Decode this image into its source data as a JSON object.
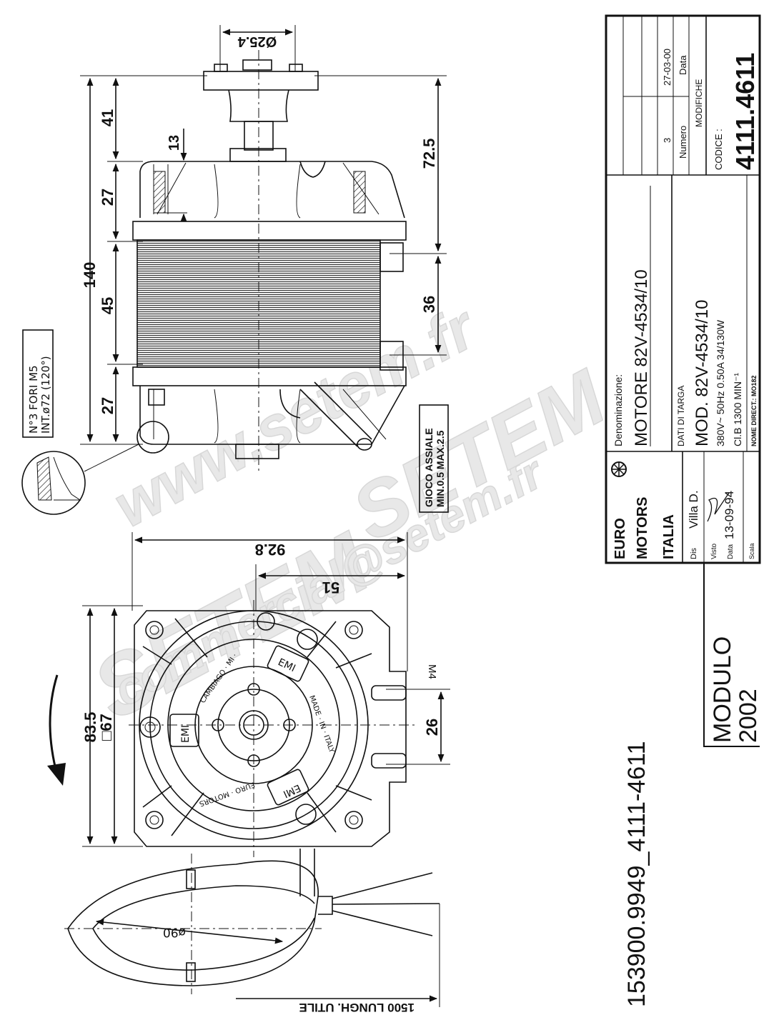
{
  "watermark": {
    "line1": "SETEM",
    "line2": "www.setem.fr",
    "line3": "commercial@setem.fr",
    "line4": "SETEM"
  },
  "side_view": {
    "dim_shaft_flange_diameter": "Ø25.4",
    "dim_total_height": "140",
    "dim_shaft_length": "41",
    "dim_upper_endcap": "27",
    "dim_stator_stack": "45",
    "dim_lower_endcap": "27",
    "dim_bracket_offset": "13",
    "dim_mount_to_flange": "72.5",
    "dim_mount_spacing": "36",
    "note_holes_line1": "N°3 FORI M5",
    "note_holes_line2": "INT.ø72 (120°)",
    "note_axial_play_line1": "GIOCO ASSIALE",
    "note_axial_play_line2": "MIN.0.5 MAX.2.5"
  },
  "end_view": {
    "dim_overall_width": "92.8",
    "dim_center_to_edge": "51",
    "dim_overall_height": "83.5",
    "dim_square_frame": "□67",
    "dim_mount_slot_spacing": "26",
    "thread_label": "M4",
    "label_emi": "EMI",
    "ring_text_top": "CAMBIAGO · MI ·",
    "ring_text_right": "MADE · IN · ITALY",
    "ring_text_bottom": "EURO · MOTORS"
  },
  "cable_view": {
    "loop_diameter": "ø90",
    "cable_length_note": "1500 LUNGH. UTILE"
  },
  "footer_code": "153900.9949_4111-4611",
  "title_block": {
    "revision_number": "3",
    "revision_date": "27-03-00",
    "col_numero": "Numero",
    "col_data": "Data",
    "modifiche": "MODIFICHE",
    "codice_label": "CODICE :",
    "codice_value": "4111.4611",
    "denominazione_label": "Denominazione:",
    "denominazione_value": "MOTORE 82V-4534/10",
    "dati_targa_label": "DATI DI TARGA",
    "model": "MOD. 82V-4534/10",
    "rating_line": "380V~   50Hz   0.50A   34/130W",
    "class_line": "Cl.B   1300 MIN⁻¹",
    "nome_direct": "NOME DIRECT.: MO182",
    "company_line1": "EURO",
    "company_line2": "MOTORS",
    "company_line3": "ITALIA",
    "dis_label": "Dis",
    "dis_value": "Villa D.",
    "visto_label": "Visto",
    "data_label": "Data",
    "data_value": "13-09-94",
    "scala_label": "Scala"
  },
  "form_label": {
    "line1": "MODULO",
    "line2": "2002"
  }
}
